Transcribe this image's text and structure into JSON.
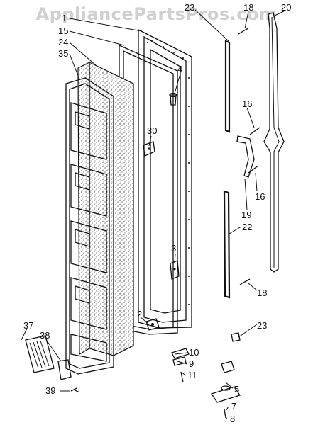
{
  "watermark": "AppliancePartsPros.com",
  "callouts": {
    "c1": "1",
    "c15": "15",
    "c24": "24",
    "c35": "35",
    "c23a": "23",
    "c18a": "18",
    "c20": "20",
    "c4": "4",
    "c30": "30",
    "c16a": "16",
    "c16b": "16",
    "c19": "19",
    "c22": "22",
    "c3": "3",
    "c18b": "18",
    "c23b": "23",
    "c2": "2",
    "c37": "37",
    "c38": "38",
    "c10": "10",
    "c9": "9",
    "c11": "11",
    "c5": "5",
    "c39": "39",
    "c7": "7",
    "c8": "8"
  }
}
